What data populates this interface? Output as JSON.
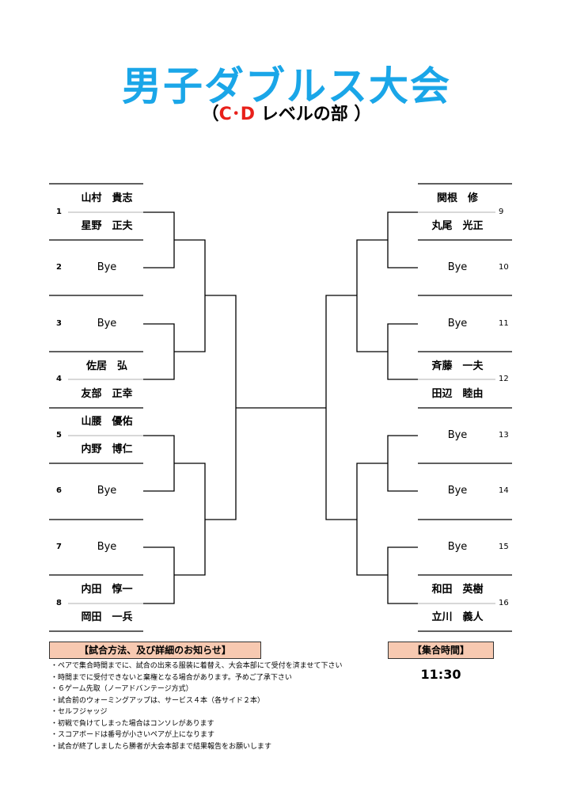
{
  "header": {
    "title": "男子ダブルス大会",
    "subtitle_open": "（",
    "subtitle_level": "C･D",
    "subtitle_rest": " レベルの部 ）"
  },
  "left_entries": [
    {
      "num": "1",
      "players": [
        "山村　貴志",
        "星野　正夫"
      ]
    },
    {
      "num": "2",
      "players": [
        "Bye"
      ]
    },
    {
      "num": "3",
      "players": [
        "Bye"
      ]
    },
    {
      "num": "4",
      "players": [
        "佐居　弘",
        "友部　正幸"
      ]
    },
    {
      "num": "5",
      "players": [
        "山腰　優佑",
        "内野　博仁"
      ]
    },
    {
      "num": "6",
      "players": [
        "Bye"
      ]
    },
    {
      "num": "7",
      "players": [
        "Bye"
      ]
    },
    {
      "num": "8",
      "players": [
        "内田　惇一",
        "岡田　一兵"
      ]
    }
  ],
  "right_entries": [
    {
      "num": "9",
      "players": [
        "関根　修",
        "丸尾　光正"
      ]
    },
    {
      "num": "10",
      "players": [
        "Bye"
      ]
    },
    {
      "num": "11",
      "players": [
        "Bye"
      ]
    },
    {
      "num": "12",
      "players": [
        "斉藤　一夫",
        "田辺　睦由"
      ]
    },
    {
      "num": "13",
      "players": [
        "Bye"
      ]
    },
    {
      "num": "14",
      "players": [
        "Bye"
      ]
    },
    {
      "num": "15",
      "players": [
        "Bye"
      ]
    },
    {
      "num": "16",
      "players": [
        "和田　英樹",
        "立川　義人"
      ]
    }
  ],
  "notice": {
    "heading": "【試合方法、及び詳細のお知らせ】",
    "items": [
      "・ペアで集合時間までに、試合の出来る服装に着替え、大会本部にて受付を済ませて下さい",
      "・時間までに受付できないと棄権となる場合があります。予めご了承下さい",
      "・６ゲーム先取（ノーアドバンテージ方式）",
      "・試合前のウォーミングアップは、サービス４本（各サイド２本）",
      "・セルフジャッジ",
      "・初戦で負けてしまった場合はコンソレがあります",
      "・スコアボードは番号が小さいペアが上になります",
      "・試合が終了しましたら勝者が大会本部まで結果報告をお願いします"
    ]
  },
  "assembly": {
    "heading": "【集合時間】",
    "time": "11:30"
  }
}
